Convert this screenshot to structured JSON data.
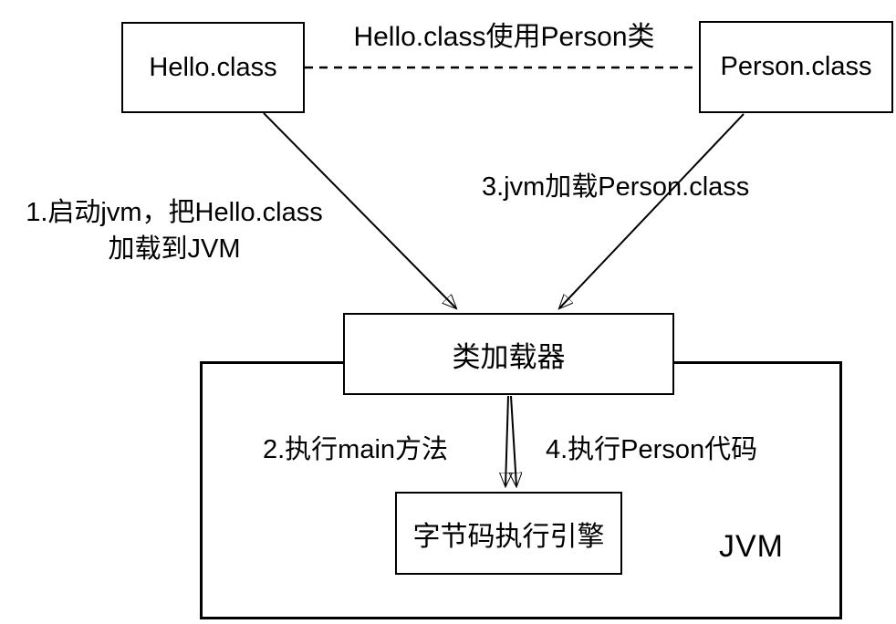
{
  "diagram": {
    "title_relation": "Hello.class使用Person类",
    "nodes": {
      "hello": "Hello.class",
      "person": "Person.class",
      "class_loader": "类加载器",
      "bytecode_engine": "字节码执行引擎",
      "jvm": "JVM"
    },
    "annotations": {
      "step1_line1": "1.启动jvm，把Hello.class",
      "step1_line2": "加载到JVM",
      "step2": "2.执行main方法",
      "step3": "3.jvm加载Person.class",
      "step4": "4.执行Person代码"
    },
    "colors": {
      "stroke": "#000000",
      "background": "#ffffff",
      "text": "#000000"
    }
  }
}
